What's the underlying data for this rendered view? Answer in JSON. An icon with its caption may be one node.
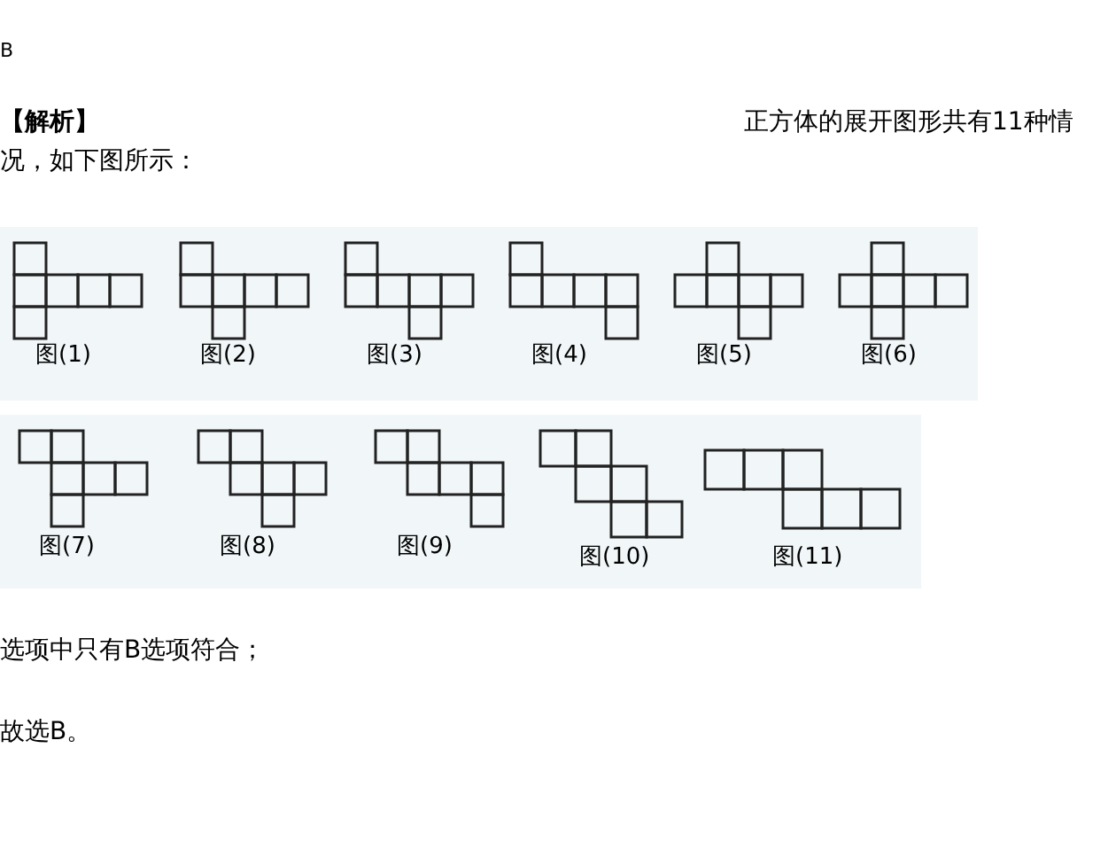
{
  "diagram": {
    "labels": [
      "B",
      "【解析】",
      "正方体的展开图形共有11种情况，如下图所示：",
      "图(1)",
      "图(2)",
      "图(3)",
      "图(4)",
      "图(5)",
      "图(6)",
      "图(7)",
      "图(8)",
      "图(9)",
      "图(10)",
      "图(11)",
      "选项中只有B选项符合；",
      "故选B。"
    ]
  }
}
